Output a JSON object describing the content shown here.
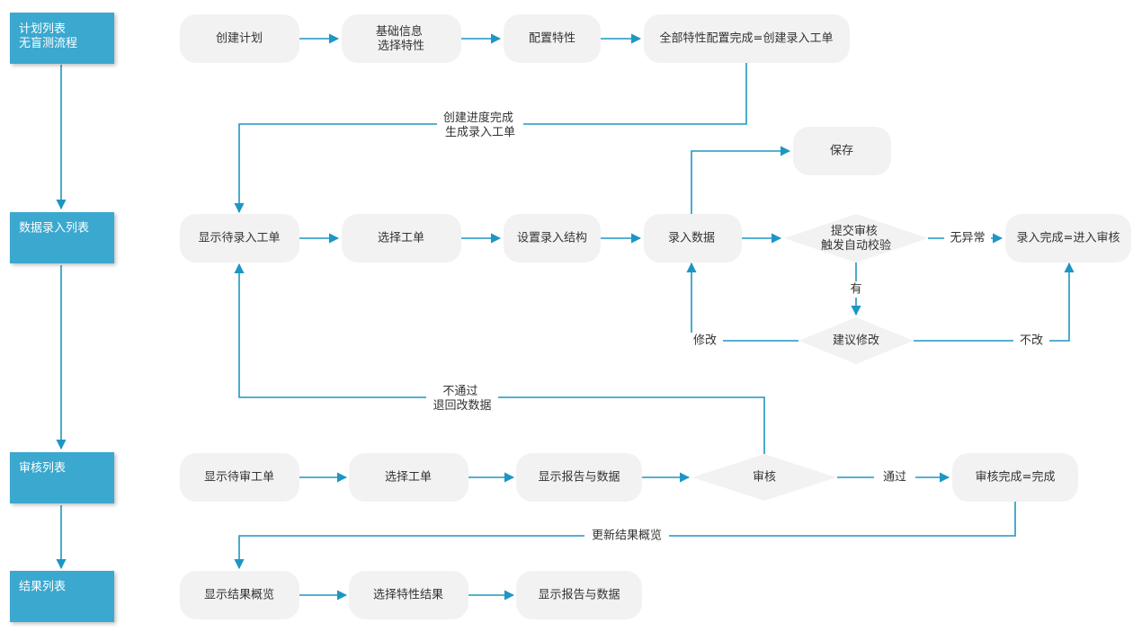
{
  "colors": {
    "lane": "#3aa8cf",
    "line": "#1e96c4",
    "node": "#f2f2f2",
    "text": "#333333"
  },
  "lanes": [
    {
      "key": "plan",
      "lines": [
        "计划列表",
        "无盲测流程"
      ]
    },
    {
      "key": "entry",
      "lines": [
        "数据录入列表"
      ]
    },
    {
      "key": "audit",
      "lines": [
        "审核列表"
      ]
    },
    {
      "key": "result",
      "lines": [
        "结果列表"
      ]
    }
  ],
  "nodes": {
    "create_plan": [
      "创建计划"
    ],
    "basic_info": [
      "基础信息",
      "选择特性"
    ],
    "config_feature": [
      "配置特性"
    ],
    "config_done": [
      "全部特性配置完成=创建录入工单"
    ],
    "save": [
      "保存"
    ],
    "show_pending_entry": [
      "显示待录入工单"
    ],
    "select_order_1": [
      "选择工单"
    ],
    "set_structure": [
      "设置录入结构"
    ],
    "enter_data": [
      "录入数据"
    ],
    "submit_audit": [
      "提交审核",
      "触发自动校验"
    ],
    "entry_done": [
      "录入完成=进入审核"
    ],
    "suggest_modify": [
      "建议修改"
    ],
    "show_pending_audit": [
      "显示待审工单"
    ],
    "select_order_2": [
      "选择工单"
    ],
    "show_report_1": [
      "显示报告与数据"
    ],
    "audit": [
      "审核"
    ],
    "audit_done": [
      "审核完成=完成"
    ],
    "show_overview": [
      "显示结果概览"
    ],
    "select_feature_result": [
      "选择特性结果"
    ],
    "show_report_2": [
      "显示报告与数据"
    ]
  },
  "labels": {
    "progress_done": [
      "创建进度完成",
      "生成录入工单"
    ],
    "no_exception": [
      "无异常"
    ],
    "has": [
      "有"
    ],
    "modify": [
      "修改"
    ],
    "no_change": [
      "不改"
    ],
    "not_pass": [
      "不通过",
      "退回改数据"
    ],
    "pass": [
      "通过"
    ],
    "update_overview": [
      "更新结果概览"
    ]
  }
}
